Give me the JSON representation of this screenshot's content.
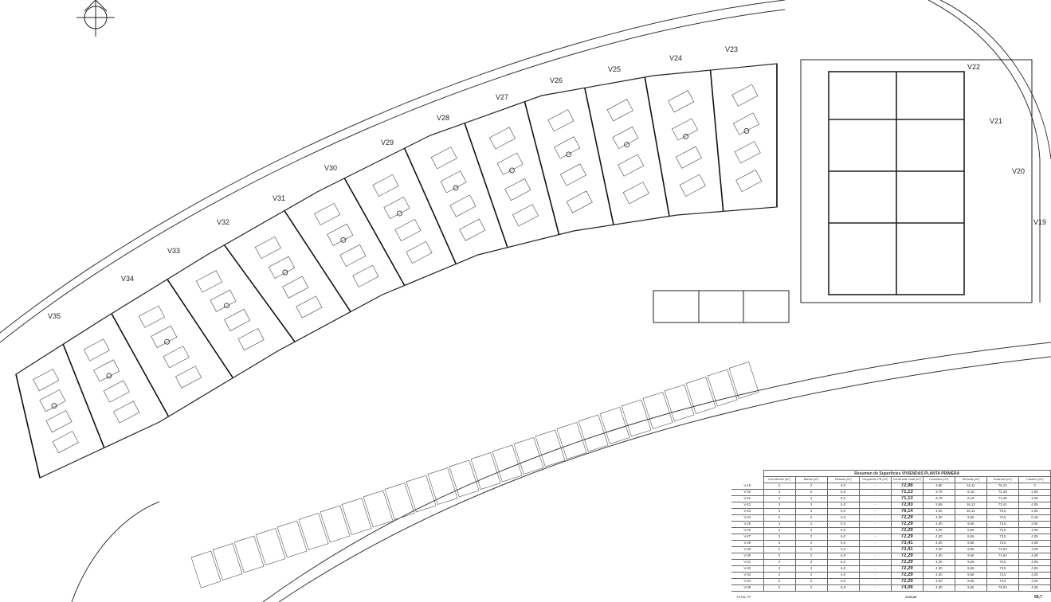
{
  "plan": {
    "north_arrow": "north-arrow-symbol",
    "unit_labels": [
      "V35",
      "V34",
      "V33",
      "V32",
      "V31",
      "V30",
      "V29",
      "V28",
      "V27",
      "V26",
      "V25",
      "V24",
      "V23",
      "V22",
      "V21",
      "V20",
      "V19"
    ]
  },
  "table": {
    "title": "Resumen de Superficies VIVIENDAS PLANTA PRIMERA",
    "headers": [
      "",
      "Dormitorios (m²)",
      "Baños (m²)",
      "Pasada (m²)",
      "Ocupación PB (m²)",
      "Construido Total (m²)",
      "Lavadero (m²)",
      "Terrazas (m²)",
      "Solarium (m²)",
      "Trastero (m²)"
    ],
    "rows": [
      [
        "V-19",
        "2",
        "2",
        "6,0",
        "-",
        "72,98",
        "3,80",
        "16,11",
        "76,24",
        "0"
      ],
      [
        "V-20",
        "2",
        "2",
        "6,0",
        "-",
        "71,13",
        "3,78",
        "6,15",
        "72,36",
        "4,05"
      ],
      [
        "V-21",
        "2",
        "2",
        "6,0",
        "-",
        "71,13",
        "3,78",
        "6,15",
        "72,36",
        "4,05"
      ],
      [
        "V-22",
        "2",
        "2",
        "6,0",
        "-",
        "72,93",
        "3,95",
        "16,12",
        "73,41",
        "4,05"
      ],
      [
        "V-23",
        "2",
        "2",
        "6,0",
        "-",
        "76,14",
        "4,00",
        "16,12",
        "75,6",
        "4,05"
      ],
      [
        "V-24",
        "2",
        "2",
        "6,0",
        "-",
        "72,29",
        "4,00",
        "9,56",
        "73,5",
        "0,18"
      ],
      [
        "V-25",
        "2",
        "2",
        "6,0",
        "-",
        "72,29",
        "4,00",
        "9,56",
        "73,5",
        "3,00"
      ],
      [
        "V-26",
        "2",
        "2",
        "6,0",
        "-",
        "72,29",
        "4,00",
        "9,56",
        "73,5",
        "4,08"
      ],
      [
        "V-27",
        "2",
        "2",
        "6,0",
        "-",
        "72,29",
        "4,00",
        "9,56",
        "73,5",
        "4,08"
      ],
      [
        "V-28",
        "2",
        "2",
        "6,0",
        "-",
        "73,41",
        "4,00",
        "9,85",
        "73,5",
        "4,08"
      ],
      [
        "V-29",
        "2",
        "2",
        "6,0",
        "-",
        "73,41",
        "4,00",
        "9,85",
        "74,64",
        "4,09"
      ],
      [
        "V-30",
        "2",
        "2",
        "6,0",
        "-",
        "72,29",
        "4,00",
        "9,56",
        "74,64",
        "4,08"
      ],
      [
        "V-31",
        "2",
        "2",
        "6,0",
        "-",
        "72,29",
        "4,00",
        "9,56",
        "73,5",
        "4,05"
      ],
      [
        "V-32",
        "2",
        "2",
        "6,0",
        "-",
        "72,29",
        "4,00",
        "9,56",
        "73,5",
        "4,05"
      ],
      [
        "V-33",
        "2",
        "2",
        "6,0",
        "-",
        "72,29",
        "4,00",
        "9,56",
        "73,5",
        "4,05"
      ],
      [
        "V-34",
        "2",
        "2",
        "6,0",
        "-",
        "72,29",
        "4,00",
        "9,56",
        "73,5",
        "4,05"
      ],
      [
        "V-35",
        "2",
        "2",
        "6,0",
        "-",
        "74,06",
        "4,00",
        "9,56",
        "76,53",
        "4,08"
      ]
    ],
    "total_label": "TOTAL PP",
    "total_construido": "1233,80",
    "total_trastero": "68,7"
  }
}
